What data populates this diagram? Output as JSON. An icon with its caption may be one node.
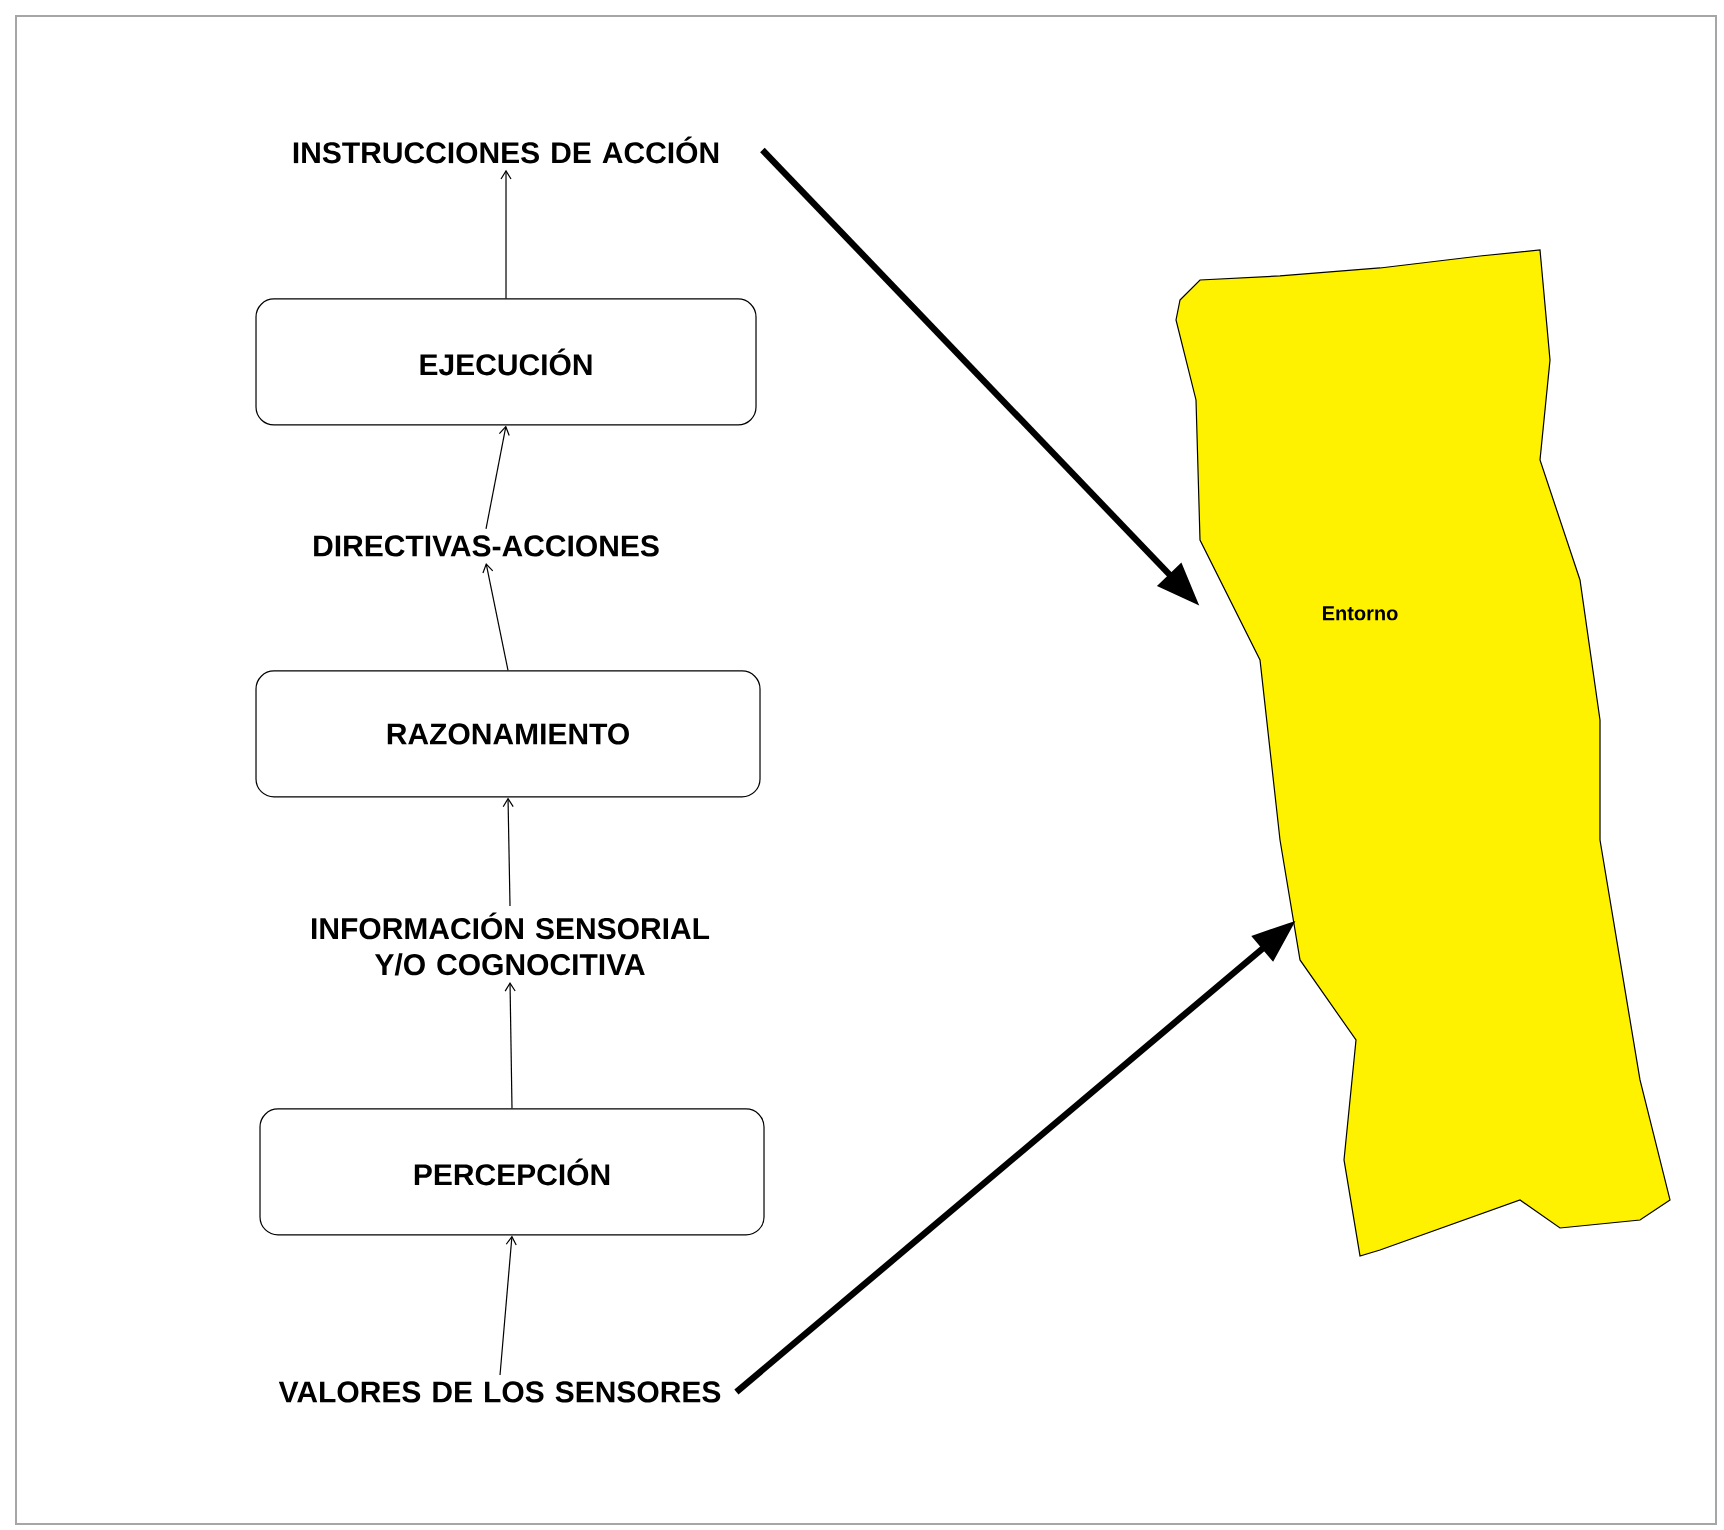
{
  "diagram": {
    "nodes": [
      {
        "text": [
          "INSTRUCCIONES DE ACCIÓN"
        ]
      },
      {
        "text": [
          "EJECUCIÓN"
        ]
      },
      {
        "text": [
          "DIRECTIVAS-ACCIONES"
        ]
      },
      {
        "text": [
          "RAZONAMIENTO"
        ]
      },
      {
        "text": [
          "INFORMACIÓN SENSORIAL Y/O COGNOCITIVA"
        ]
      },
      {
        "text": [
          "PERCEPCIÓN"
        ]
      },
      {
        "text": [
          "VALORES DE LOS SENSORES"
        ]
      },
      {
        "text": [
          "Entorno"
        ]
      }
    ],
    "edges": [
      {
        "from": 1,
        "to": 0,
        "arrow": "to"
      },
      {
        "from": 2,
        "to": 1,
        "arrow": "to"
      },
      {
        "from": 3,
        "to": 2,
        "arrow": "to"
      },
      {
        "from": 4,
        "to": 3,
        "arrow": "to"
      },
      {
        "from": 5,
        "to": 4,
        "arrow": "to"
      },
      {
        "from": 6,
        "to": 5,
        "arrow": "to"
      },
      {
        "from": 0,
        "to": 7,
        "arrow": "to",
        "style": "thick"
      },
      {
        "from": 6,
        "to": 7,
        "arrow": "to",
        "style": "thick"
      }
    ]
  }
}
